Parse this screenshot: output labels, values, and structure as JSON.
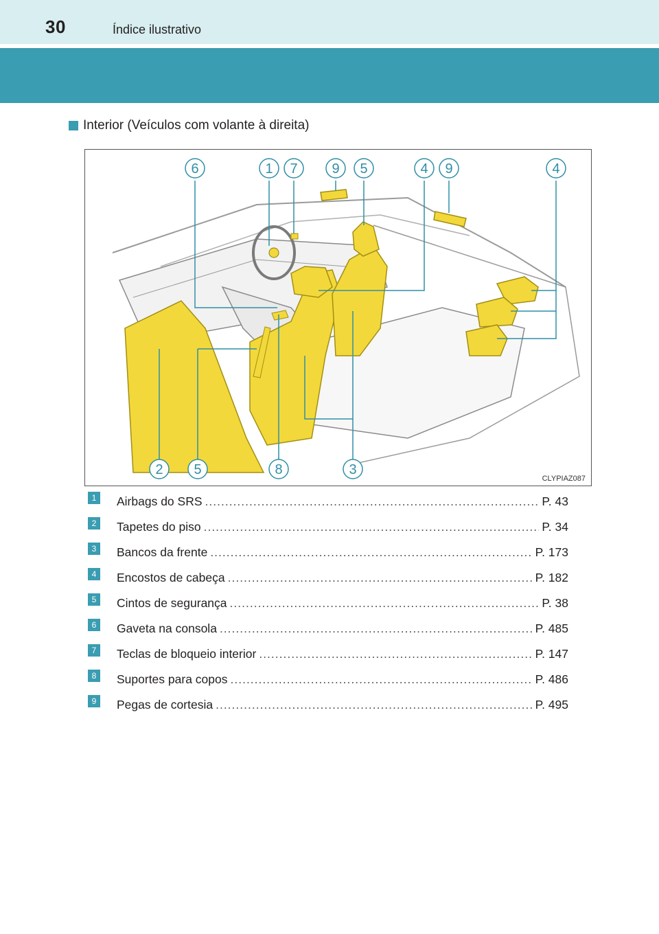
{
  "header": {
    "page_number": "30",
    "running_title": "Índice ilustrativo"
  },
  "section": {
    "title": "Interior (Veículos com volante à direita)"
  },
  "figure": {
    "code": "CLYPIAZ087",
    "highlight_color": "#f3d83b",
    "callouts_top": [
      "6",
      "1",
      "7",
      "9",
      "5",
      "4",
      "9",
      "4"
    ],
    "callouts_bottom": [
      "2",
      "5",
      "8",
      "3"
    ]
  },
  "legend": {
    "items": [
      {
        "num": "1",
        "label": "Airbags do SRS",
        "page": "P. 43"
      },
      {
        "num": "2",
        "label": "Tapetes do piso",
        "page": "P. 34"
      },
      {
        "num": "3",
        "label": "Bancos da frente",
        "page": "P. 173"
      },
      {
        "num": "4",
        "label": "Encostos de cabeça",
        "page": "P. 182"
      },
      {
        "num": "5",
        "label": "Cintos de segurança",
        "page": "P. 38"
      },
      {
        "num": "6",
        "label": "Gaveta na consola",
        "page": "P. 485"
      },
      {
        "num": "7",
        "label": "Teclas de bloqueio interior",
        "page": "P. 147"
      },
      {
        "num": "8",
        "label": "Suportes para copos",
        "page": "P. 486"
      },
      {
        "num": "9",
        "label": "Pegas de cortesia",
        "page": "P. 495"
      }
    ]
  },
  "colors": {
    "teal": "#3a9db1",
    "header_bg": "#d8eef0"
  }
}
